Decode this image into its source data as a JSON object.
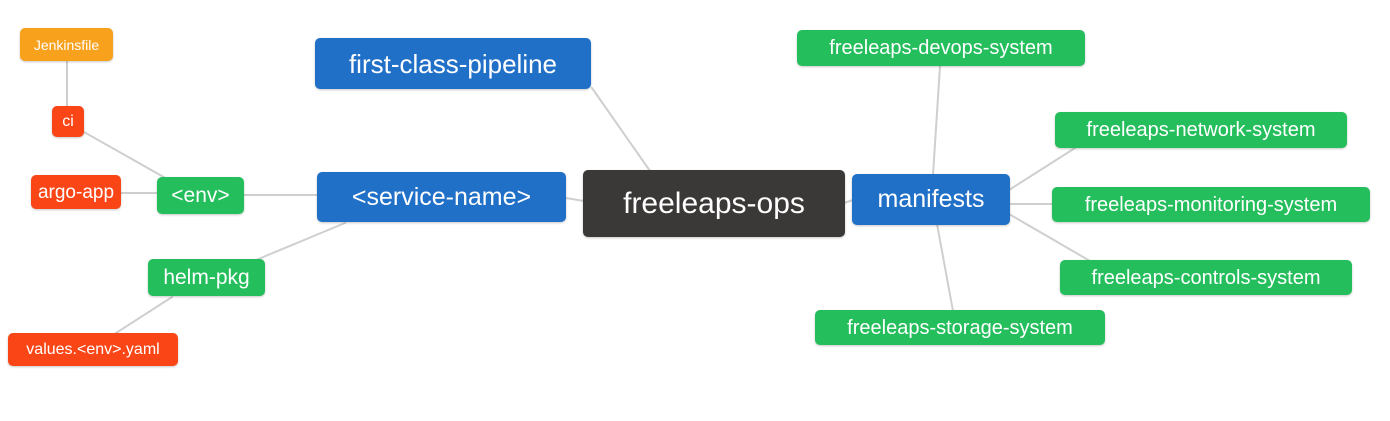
{
  "diagram": {
    "type": "mindmap",
    "root_label": "freeleaps-ops"
  },
  "colors": {
    "root_bg": "#3B3838",
    "branch_blue": "#2170C8",
    "leaf_green": "#24BE5C",
    "leaf_red": "#FA4616",
    "leaf_orange": "#F7A11D",
    "text": "#FFFFFF",
    "edge": "#CFCFCF"
  },
  "nodes": {
    "root": {
      "label": "freeleaps-ops"
    },
    "first_class_pipeline": {
      "label": "first-class-pipeline"
    },
    "service_name": {
      "label": "<service-name>"
    },
    "env": {
      "label": "<env>"
    },
    "ci": {
      "label": "ci"
    },
    "jenkinsfile": {
      "label": "Jenkinsfile"
    },
    "argo_app": {
      "label": "argo-app"
    },
    "helm_pkg": {
      "label": "helm-pkg"
    },
    "values_env_yaml": {
      "label": "values.<env>.yaml"
    },
    "manifests": {
      "label": "manifests"
    },
    "devops_system": {
      "label": "freeleaps-devops-system"
    },
    "network_system": {
      "label": "freeleaps-network-system"
    },
    "monitoring_system": {
      "label": "freeleaps-monitoring-system"
    },
    "controls_system": {
      "label": "freeleaps-controls-system"
    },
    "storage_system": {
      "label": "freeleaps-storage-system"
    }
  }
}
